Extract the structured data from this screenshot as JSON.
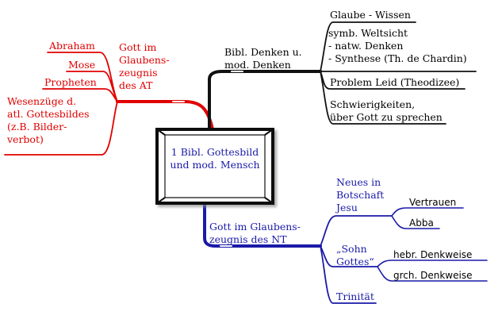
{
  "colors": {
    "red": "#e00000",
    "blue": "#1a1aa8",
    "black": "#000000"
  },
  "center": {
    "text": "1 Bibl. Gottesbild\nund mod. Mensch"
  },
  "red_branch": {
    "main": "Gott im\nGlaubens-\nzeugnis\ndes AT",
    "items": [
      "Abraham",
      "Mose",
      "Propheten",
      "Wesenzüge d.\natl. Gottesbildes\n(z.B. Bilder-\nverbot)"
    ]
  },
  "black_branch": {
    "main": "Bibl. Denken u.\nmod. Denken",
    "items": [
      "Glaube - Wissen",
      "symb. Weltsicht\n- natw. Denken\n- Synthese (Th. de Chardin)",
      "Problem Leid (Theodizee)",
      "Schwierigkeiten,\nüber Gott zu sprechen"
    ]
  },
  "blue_branch": {
    "main": "Gott im Glaubens-\nzeugnis des NT",
    "groups": [
      {
        "label": "Neues in\nBotschaft\nJesu",
        "children": [
          "Vertrauen",
          "Abba"
        ]
      },
      {
        "label": "„Sohn\nGottes“",
        "children": [
          "hebr. Denkweise",
          "grch. Denkweise"
        ]
      },
      {
        "label": "Trinität",
        "children": []
      }
    ]
  }
}
